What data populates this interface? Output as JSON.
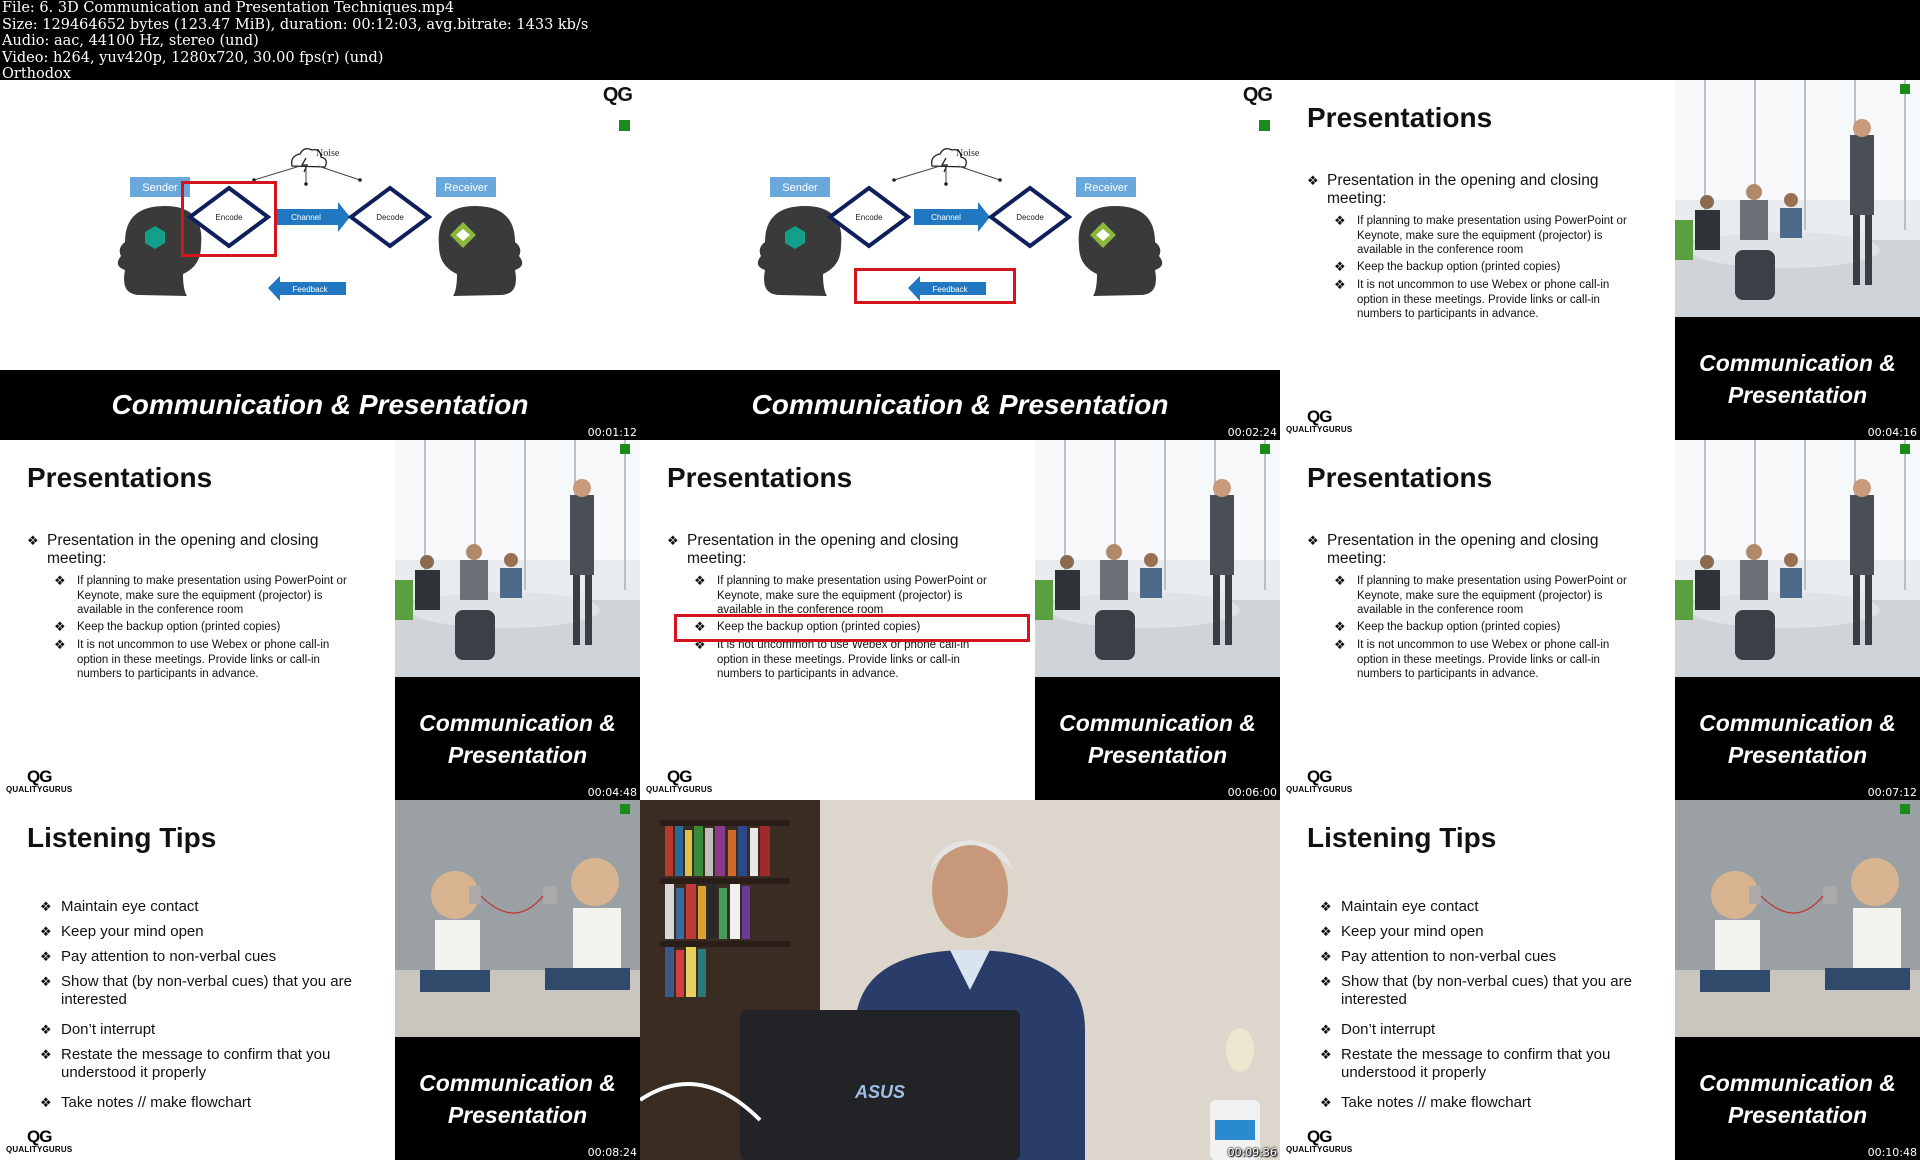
{
  "info": {
    "file": "File: 6. 3D Communication and Presentation Techniques.mp4",
    "size": "Size: 129464652 bytes (123.47 MiB), duration: 00:12:03, avg.bitrate: 1433 kb/s",
    "audio": "Audio: aac, 44100 Hz, stereo (und)",
    "video": "Video: h264, yuv420p, 1280x720, 30.00 fps(r) (und)",
    "tag": "Orthodox"
  },
  "common": {
    "banner": "Communication & Presentation",
    "caption_l1": "Communication &",
    "caption_l2": "Presentation",
    "qg": "QG",
    "qg_sub": "QUALITYGURUS",
    "colors": {
      "accent_green": "#1a8a1a",
      "highlight_red": "#d4141c",
      "diagram_blue": "#1f78c1",
      "diagram_navy": "#0f1f5c"
    }
  },
  "diagram": {
    "sender": "Sender",
    "receiver": "Receiver",
    "encode": "Encode",
    "channel": "Channel",
    "decode": "Decode",
    "noise": "Noise",
    "feedback": "Feedback"
  },
  "presentations": {
    "title": "Presentations",
    "main": "Presentation in the opening and closing meeting:",
    "subs": [
      "If planning to make presentation using PowerPoint or Keynote, make sure the equipment (projector) is available in the conference room",
      "Keep the backup option (printed copies)",
      "It is not uncommon to use Webex or phone call-in option in these meetings. Provide links or call-in numbers to participants in advance."
    ]
  },
  "listening": {
    "title": "Listening Tips",
    "items": [
      "Maintain eye contact",
      "Keep your mind open",
      "Pay attention to non-verbal cues",
      "Show that (by non-verbal cues) that you are interested",
      "Don’t interrupt",
      "Restate the message to confirm that you understood it properly",
      "Take notes // make flowchart"
    ]
  },
  "timestamps": [
    "00:01:12",
    "00:02:24",
    "00:04:16",
    "00:04:48",
    "00:06:00",
    "00:07:12",
    "00:08:24",
    "00:09:36",
    "00:10:48"
  ],
  "video_logo": "ASUS"
}
